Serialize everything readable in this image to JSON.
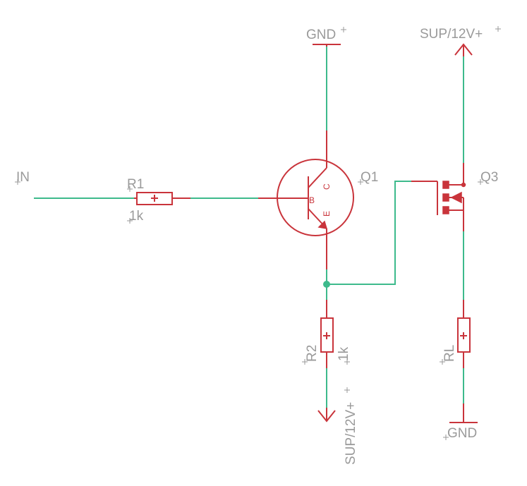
{
  "schematic": {
    "labels": {
      "in": "IN",
      "r1_name": "R1",
      "r1_value": "1k",
      "q1_name": "Q1",
      "q1_base": "B",
      "q1_collector": "C",
      "q1_emitter": "E",
      "q3_name": "Q3",
      "r2_name": "R2",
      "r2_value": "1k",
      "rl_name": "RL",
      "gnd_top": "GND",
      "gnd_bottom": "GND",
      "sup_top": "SUP/12V+",
      "sup_bottom": "SUP/12V+"
    },
    "colors": {
      "wire": "#3dba8c",
      "part": "#c9343b",
      "label": "#9a9a9a"
    }
  }
}
